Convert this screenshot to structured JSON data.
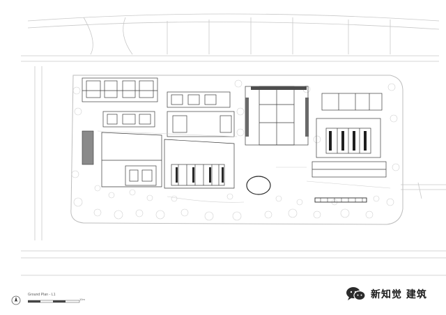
{
  "caption": {
    "title": "Ground Plan - L1",
    "scale_unit": "10m"
  },
  "watermark": {
    "text": "新知觉 建筑",
    "icon": "wechat-icon"
  },
  "colors": {
    "line": "#b9b9b9",
    "line_dark": "#2a2a2a",
    "fill_dark": "#4d4d4d",
    "fill_mid": "#8a8a8a"
  }
}
